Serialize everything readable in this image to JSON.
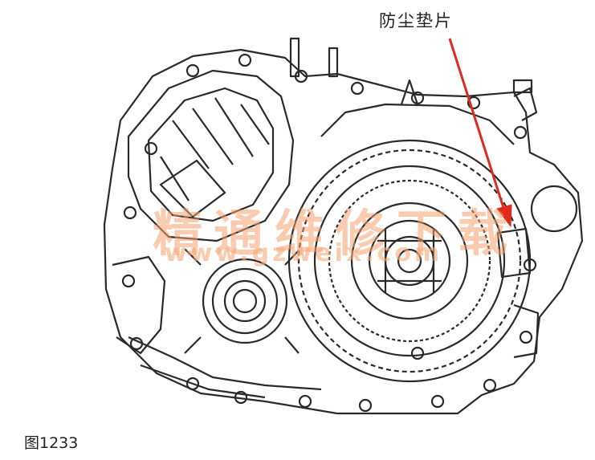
{
  "callout": {
    "label": "防尘垫片",
    "arrow_color": "#e02a1e"
  },
  "watermark": {
    "text": "精通维修下载",
    "url": "www.gzweix.com",
    "color": "#f5a06e"
  },
  "figure": {
    "label": "图1233"
  }
}
